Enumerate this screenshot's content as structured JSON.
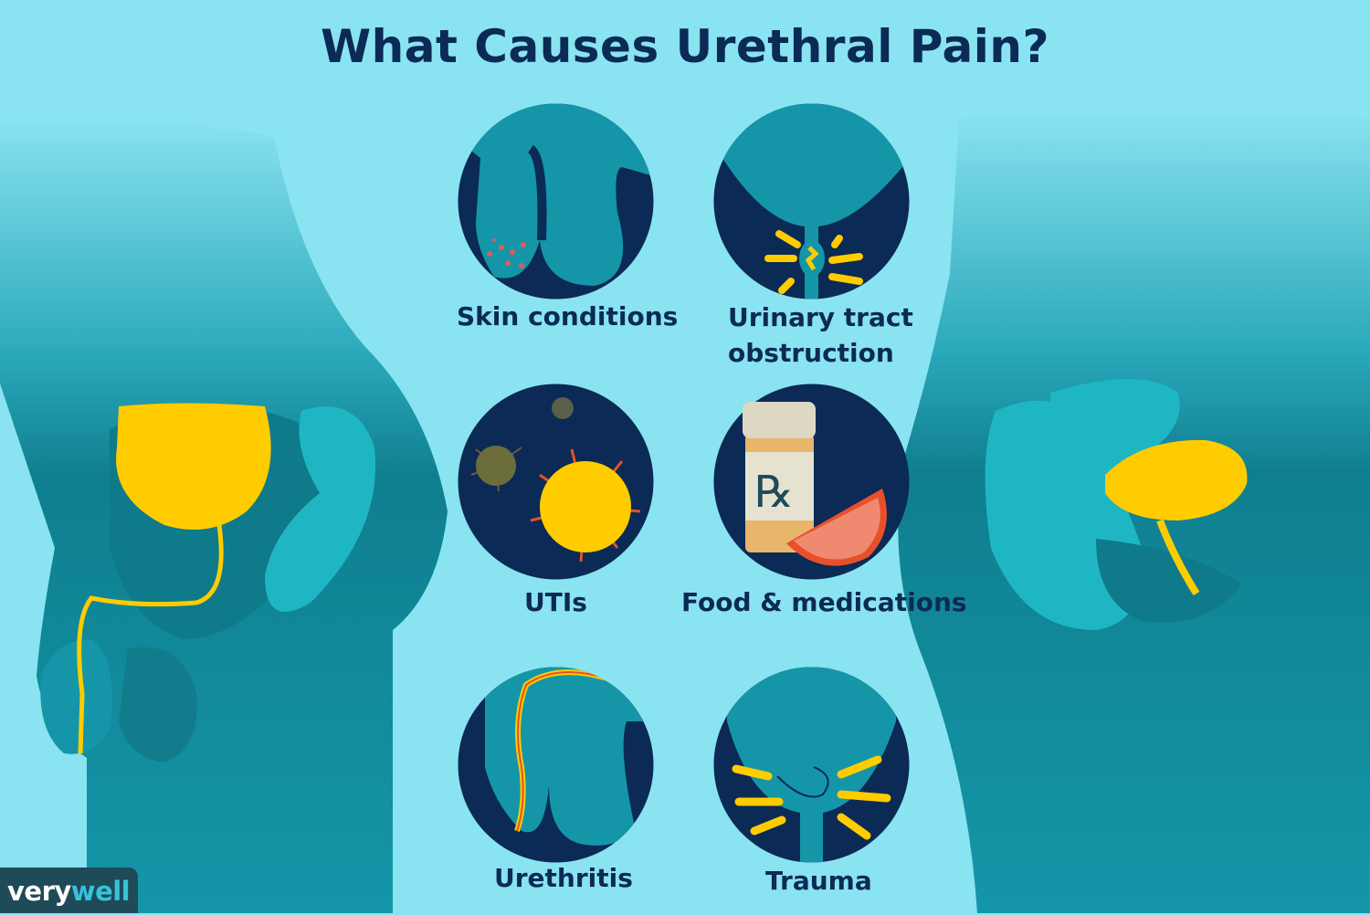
{
  "title": "What Causes Urethral Pain?",
  "causes": [
    {
      "label": "Skin conditions",
      "icon": "skin-conditions-icon"
    },
    {
      "label_line1": "Urinary tract",
      "label_line2": "obstruction",
      "icon": "obstruction-icon"
    },
    {
      "label": "UTIs",
      "icon": "bacteria-icon"
    },
    {
      "label": "Food & medications",
      "icon": "pill-bottle-grapefruit-icon"
    },
    {
      "label": "Urethritis",
      "icon": "urethritis-icon"
    },
    {
      "label": "Trauma",
      "icon": "trauma-icon"
    }
  ],
  "logo": {
    "part1": "very",
    "part2": "well"
  },
  "colors": {
    "background": "#8ae3f0",
    "navy": "#0b2a55",
    "teal": "#1496a8",
    "accent": "#ffcc00"
  }
}
